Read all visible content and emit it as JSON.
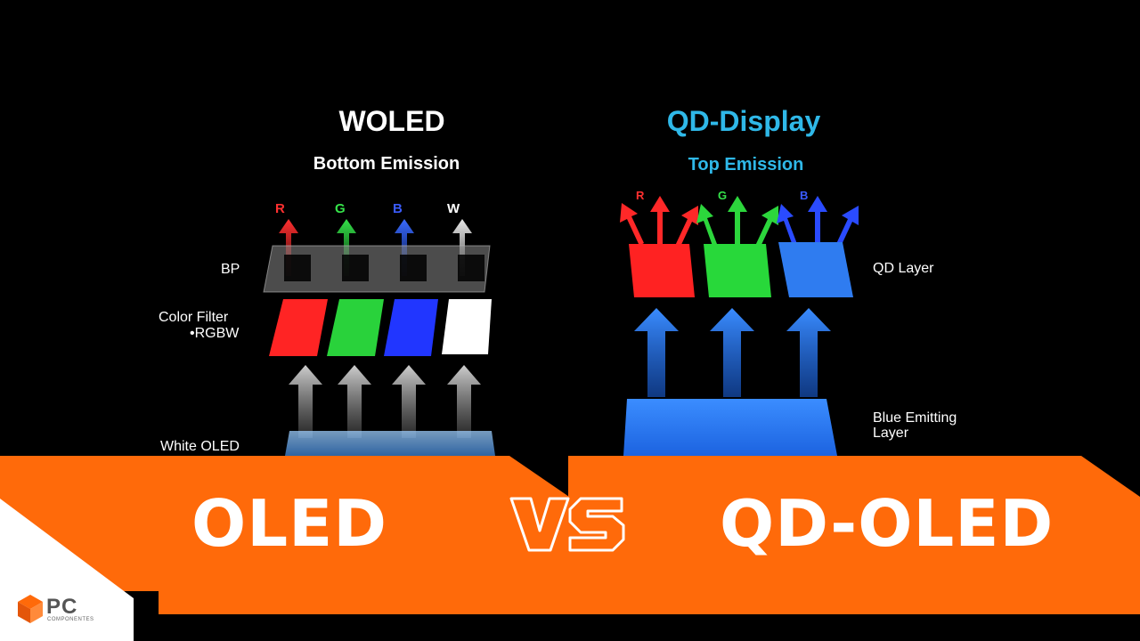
{
  "woled": {
    "title": "WOLED",
    "subtitle": "Bottom Emission",
    "channel_letters": [
      "R",
      "G",
      "B",
      "W"
    ],
    "labels": {
      "bp": "BP",
      "color_filter_line1": "Color Filter",
      "color_filter_line2": "•RGBW",
      "white_oled": "White OLED"
    }
  },
  "qd": {
    "title": "QD-Display",
    "subtitle": "Top Emission",
    "channel_letters": [
      "R",
      "G",
      "B"
    ],
    "labels": {
      "qd_layer": "QD Layer",
      "blue_line1": "Blue Emitting",
      "blue_line2": "Layer"
    }
  },
  "banner": {
    "left": "OLED",
    "vs": "VS",
    "right": "QD-OLED"
  },
  "logo": {
    "main": "PC",
    "sub": "COMPONENTES"
  },
  "colors": {
    "accent_orange": "#FF6A0A",
    "qd_cyan": "#2FB8E8",
    "red": "#FF2020",
    "green": "#27D13A",
    "blue": "#2A5BFF"
  }
}
